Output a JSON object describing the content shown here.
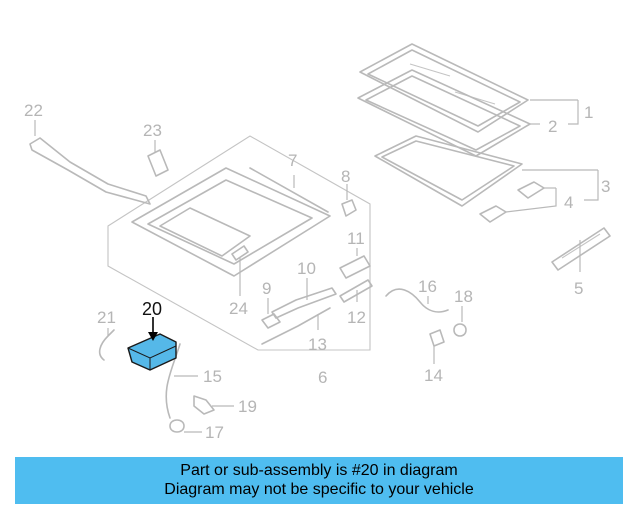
{
  "callouts": {
    "c1": "1",
    "c2": "2",
    "c3": "3",
    "c4": "4",
    "c5": "5",
    "c6": "6",
    "c7": "7",
    "c8": "8",
    "c9": "9",
    "c10": "10",
    "c11": "11",
    "c12": "12",
    "c13": "13",
    "c14": "14",
    "c15": "15",
    "c16": "16",
    "c17": "17",
    "c18": "18",
    "c19": "19",
    "c20": "20",
    "c21": "21",
    "c22": "22",
    "c23": "23",
    "c24": "24"
  },
  "highlight": {
    "part_number": "20",
    "color": "#55b8e8"
  },
  "banner": {
    "line1": "Part or sub-assembly is #20 in diagram",
    "line2": "Diagram may not be specific to your vehicle",
    "color": "#4fbdf0"
  }
}
